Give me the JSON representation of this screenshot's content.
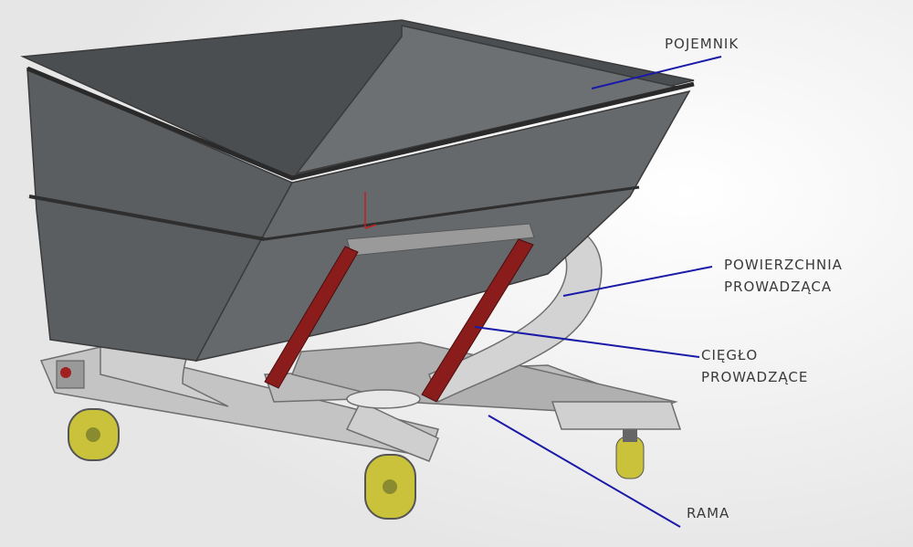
{
  "labels": {
    "container": "POJEMNIK",
    "guide_surface_line1": "POWIERZCHNIA",
    "guide_surface_line2": "PROWADZĄCA",
    "guide_rod_line1": "CIĘGŁO",
    "guide_rod_line2": "PROWADZĄCE",
    "frame": "RAMA"
  },
  "colors": {
    "leader_line": "#1a1aa8",
    "container": "#5e6164",
    "frame": "#b8b8b8",
    "rod": "#8b1c1c",
    "wheel": "#c9c23a"
  }
}
